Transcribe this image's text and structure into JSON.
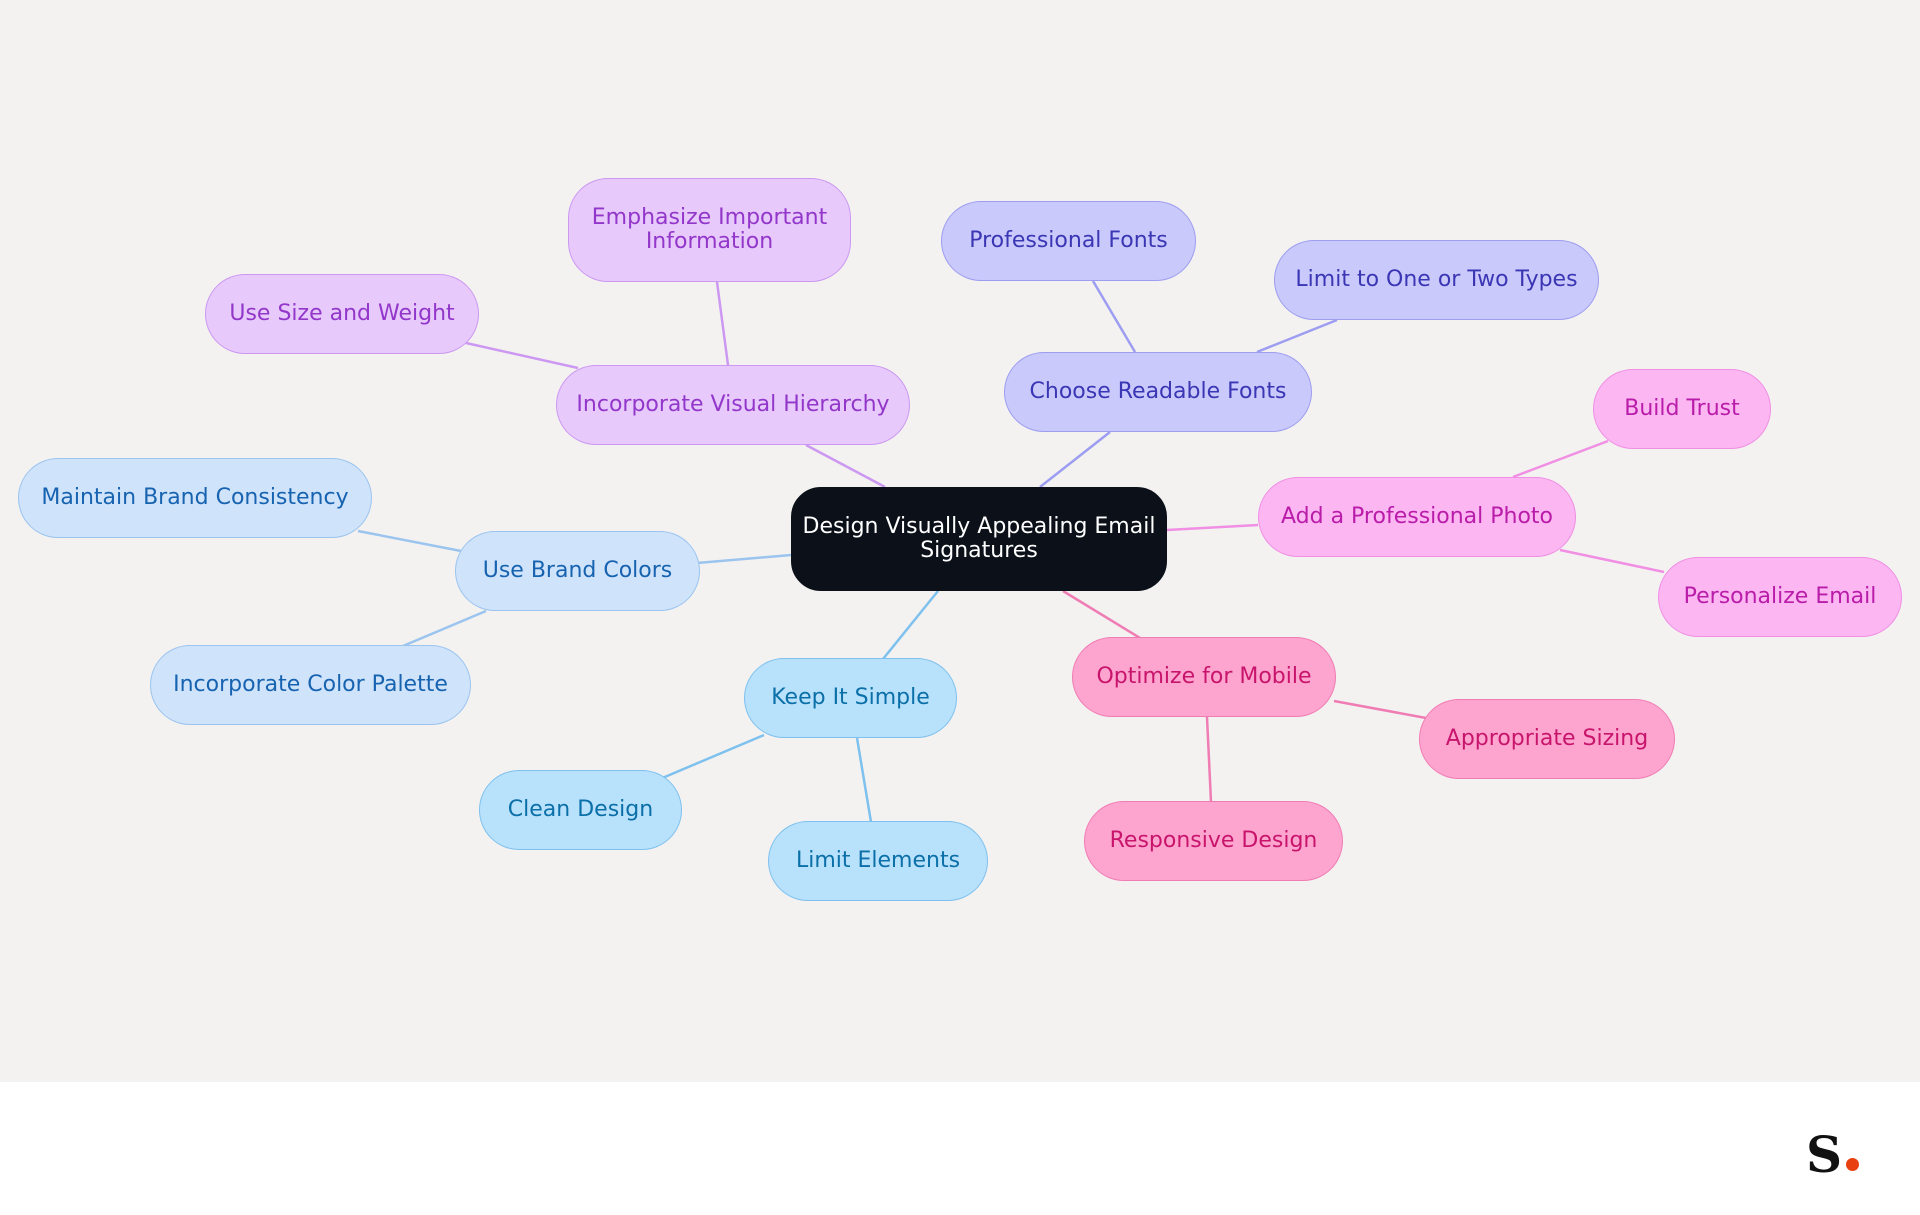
{
  "mindmap": {
    "root": "Design Visually Appealing Email Signatures",
    "branches": [
      {
        "label": "Incorporate Visual Hierarchy",
        "color": "#cc98f1",
        "children": [
          "Emphasize Important Information",
          "Use Size and Weight"
        ]
      },
      {
        "label": "Choose Readable Fonts",
        "color": "#9d9df1",
        "children": [
          "Professional Fonts",
          "Limit to One or Two Types"
        ]
      },
      {
        "label": "Add a Professional Photo",
        "color": "#f08fe3",
        "children": [
          "Build Trust",
          "Personalize Email"
        ]
      },
      {
        "label": "Optimize for Mobile",
        "color": "#f07cb4",
        "children": [
          "Appropriate Sizing",
          "Responsive Design"
        ]
      },
      {
        "label": "Keep It Simple",
        "color": "#7fc1ee",
        "children": [
          "Clean Design",
          "Limit Elements"
        ]
      },
      {
        "label": "Use Brand Colors",
        "color": "#9bc4ef",
        "children": [
          "Maintain Brand Consistency",
          "Incorporate Color Palette"
        ]
      }
    ]
  },
  "footer": {
    "logo_text": "S",
    "logo_dot_color": "#e8410f"
  }
}
